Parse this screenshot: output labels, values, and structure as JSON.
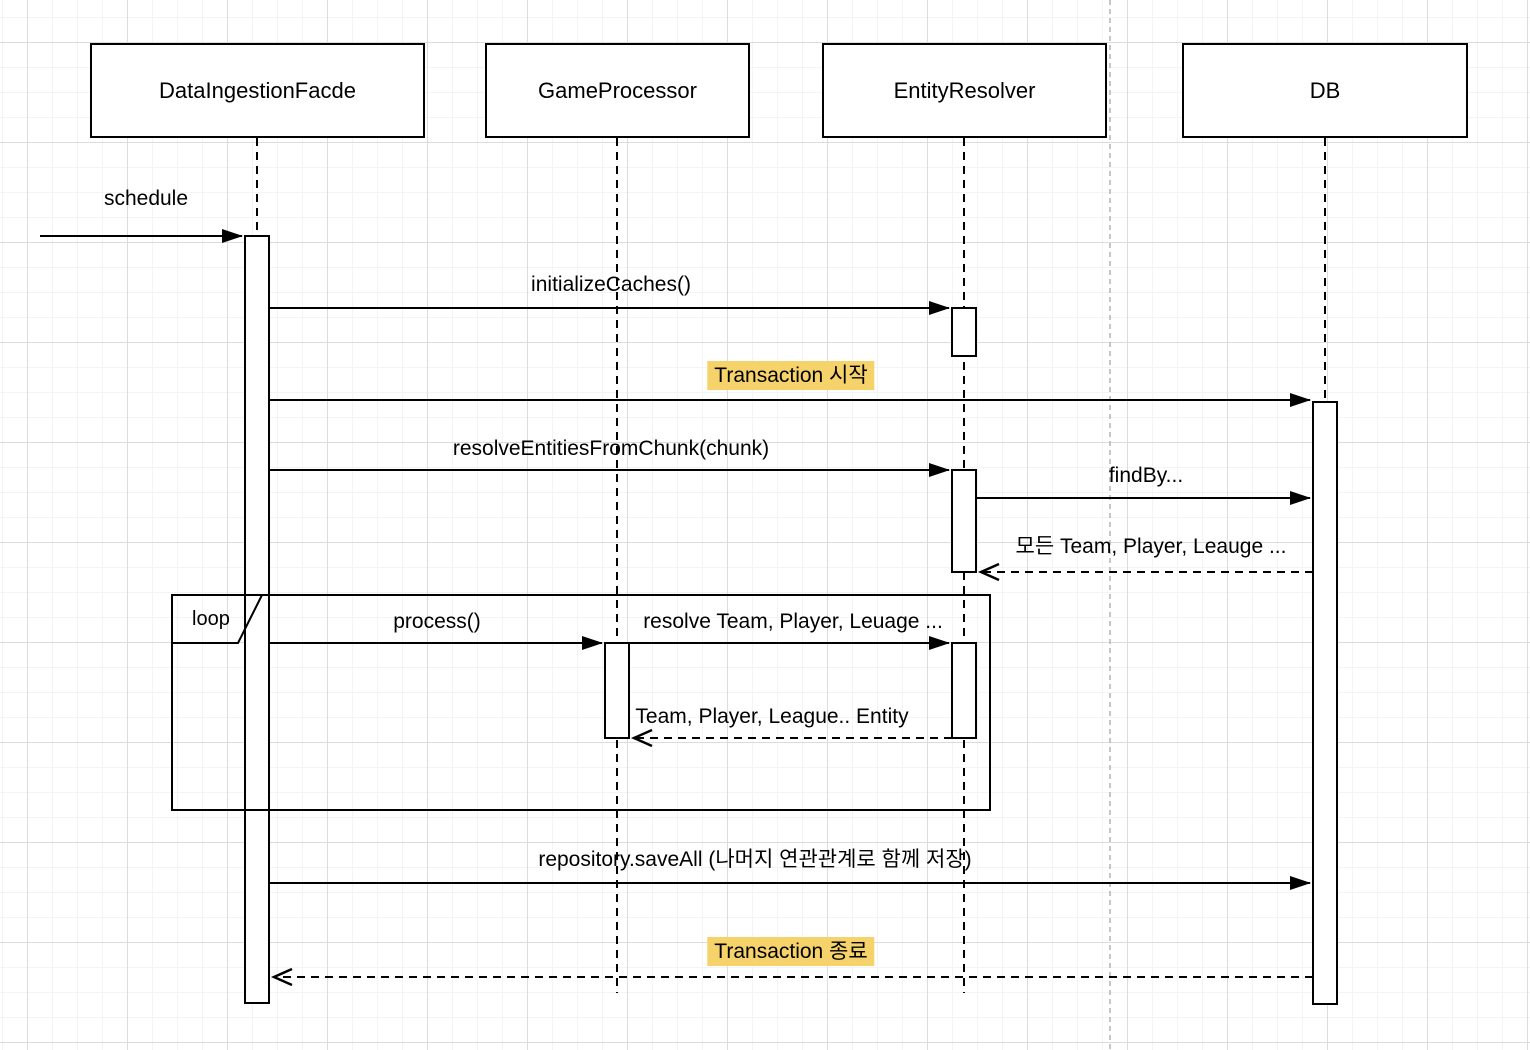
{
  "diagram": {
    "kind": "uml-sequence-diagram",
    "participants": [
      {
        "label": "DataIngestionFacde"
      },
      {
        "label": "GameProcessor"
      },
      {
        "label": "EntityResolver"
      },
      {
        "label": "DB"
      }
    ],
    "fragment": {
      "operator": "loop"
    },
    "messages": [
      {
        "label": "schedule",
        "type": "sync",
        "from": null,
        "to": "DataIngestionFacde",
        "highlighted": false
      },
      {
        "label": "initializeCaches()",
        "type": "sync",
        "from": "DataIngestionFacde",
        "to": "EntityResolver",
        "highlighted": false
      },
      {
        "label": "Transaction 시작",
        "type": "sync",
        "from": "DataIngestionFacde",
        "to": "DB",
        "highlighted": true
      },
      {
        "label": "resolveEntitiesFromChunk(chunk)",
        "type": "sync",
        "from": "DataIngestionFacde",
        "to": "EntityResolver",
        "highlighted": false
      },
      {
        "label": "findBy...",
        "type": "sync",
        "from": "EntityResolver",
        "to": "DB",
        "highlighted": false
      },
      {
        "label": "모든 Team, Player, Leauge ...",
        "type": "return",
        "from": "DB",
        "to": "EntityResolver",
        "highlighted": false
      },
      {
        "label": "process()",
        "type": "sync",
        "from": "DataIngestionFacde",
        "to": "GameProcessor",
        "highlighted": false
      },
      {
        "label": "resolve Team, Player, Leuage ...",
        "type": "sync",
        "from": "GameProcessor",
        "to": "EntityResolver",
        "highlighted": false
      },
      {
        "label": "Team, Player, League.. Entity",
        "type": "return",
        "from": "EntityResolver",
        "to": "GameProcessor",
        "highlighted": false
      },
      {
        "label": "repository.saveAll (나머지 연관관계로 함께 저장)",
        "type": "sync",
        "from": "DataIngestionFacde",
        "to": "DB",
        "highlighted": false
      },
      {
        "label": "Transaction 종료",
        "type": "return",
        "from": "DB",
        "to": "DataIngestionFacde",
        "highlighted": true
      }
    ],
    "colors": {
      "line": "#000000",
      "highlight": "#f6d26b",
      "grid_minor": "#f4f4f4",
      "grid_major": "#dcdcdc",
      "page_divider": "#b3b3b3"
    }
  }
}
